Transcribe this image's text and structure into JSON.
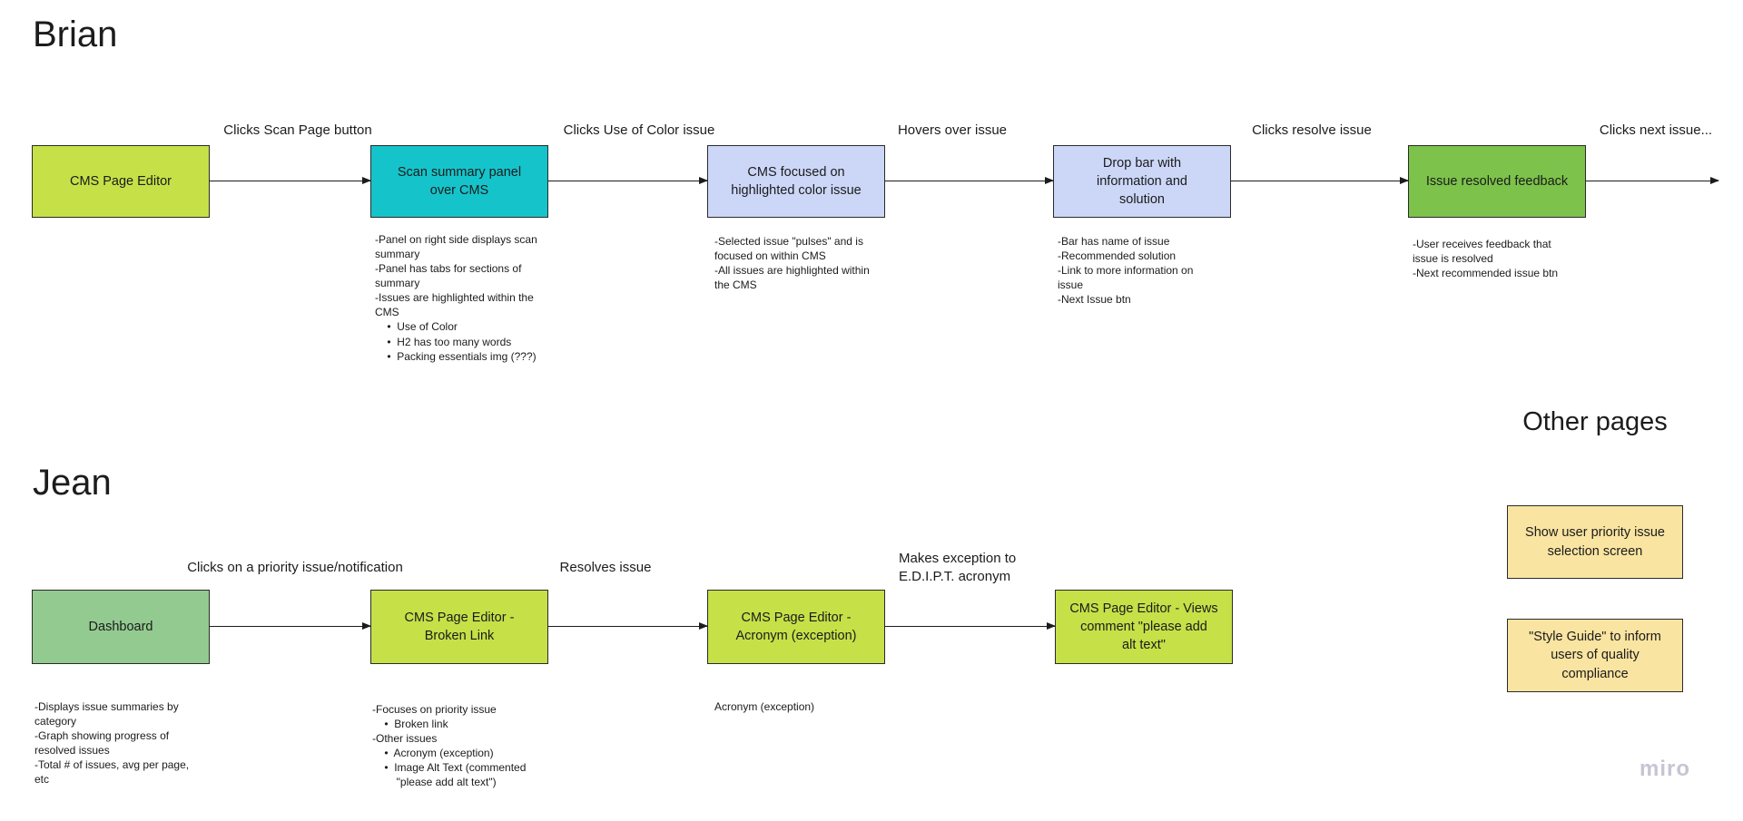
{
  "board": {
    "app": "miro",
    "background": "#ffffff"
  },
  "watermark": {
    "label": "miro",
    "color": "#c6c5d3"
  },
  "colors": {
    "chartreuse": "#c6e048",
    "teal": "#15c4cb",
    "periwinkle": "#ccd7f8",
    "green": "#7cc24b",
    "sage": "#93ca90",
    "light_yellow": "#f9e4a1",
    "border": "#2a2a2a",
    "arrow": "#1c1c1c"
  },
  "lanes": [
    {
      "name": "Brian",
      "steps": [
        {
          "title": "CMS Page Editor",
          "color": "#c6e048",
          "notes": ""
        },
        {
          "title": "Scan summary panel\nover CMS",
          "color": "#15c4cb",
          "notes": "-Panel on right side displays scan\nsummary\n-Panel has tabs for sections of\nsummary\n-Issues are highlighted within the\nCMS\n    •  Use of Color\n    •  H2 has too many words\n    •  Packing essentials img (???)"
        },
        {
          "title": "CMS focused on\nhighlighted color issue",
          "color": "#ccd7f8",
          "notes": "-Selected issue \"pulses\" and is\nfocused on within CMS\n-All issues are highlighted within\nthe CMS"
        },
        {
          "title": "Drop bar with\ninformation and\nsolution",
          "color": "#ccd7f8",
          "notes": "-Bar has name of issue\n-Recommended solution\n-Link to more information on\nissue\n-Next Issue btn"
        },
        {
          "title": "Issue resolved feedback",
          "color": "#7cc24b",
          "notes": "-User receives feedback that\nissue is resolved\n-Next recommended issue btn"
        }
      ],
      "transitions": [
        "Clicks Scan Page button",
        "Clicks Use of Color issue",
        "Hovers over issue",
        "Clicks resolve issue",
        "Clicks next issue..."
      ]
    },
    {
      "name": "Jean",
      "steps": [
        {
          "title": "Dashboard",
          "color": "#93ca90",
          "notes": "-Displays issue summaries by\ncategory\n-Graph showing progress of\nresolved issues\n-Total # of issues, avg per page,\netc"
        },
        {
          "title": "CMS Page Editor -\nBroken Link",
          "color": "#c6e048",
          "notes": "-Focuses on priority issue\n    •  Broken link\n-Other issues\n    •  Acronym (exception)\n    •  Image Alt Text (commented\n        \"please add alt text\")"
        },
        {
          "title": "CMS Page Editor -\nAcronym (exception)",
          "color": "#c6e048",
          "notes": "Acronym (exception)"
        },
        {
          "title": "CMS Page Editor - Views\ncomment \"please add\nalt text\"",
          "color": "#c6e048",
          "notes": ""
        }
      ],
      "transitions": [
        "Clicks on a priority issue/notification",
        "Resolves issue",
        "Makes exception to\nE.D.I.P.T. acronym"
      ]
    }
  ],
  "other_pages": {
    "title": "Other pages",
    "items": [
      {
        "title": "Show user priority issue\nselection screen",
        "color": "#f9e4a1"
      },
      {
        "title": "\"Style Guide\" to inform\nusers of quality\ncompliance",
        "color": "#f9e4a1"
      }
    ]
  }
}
